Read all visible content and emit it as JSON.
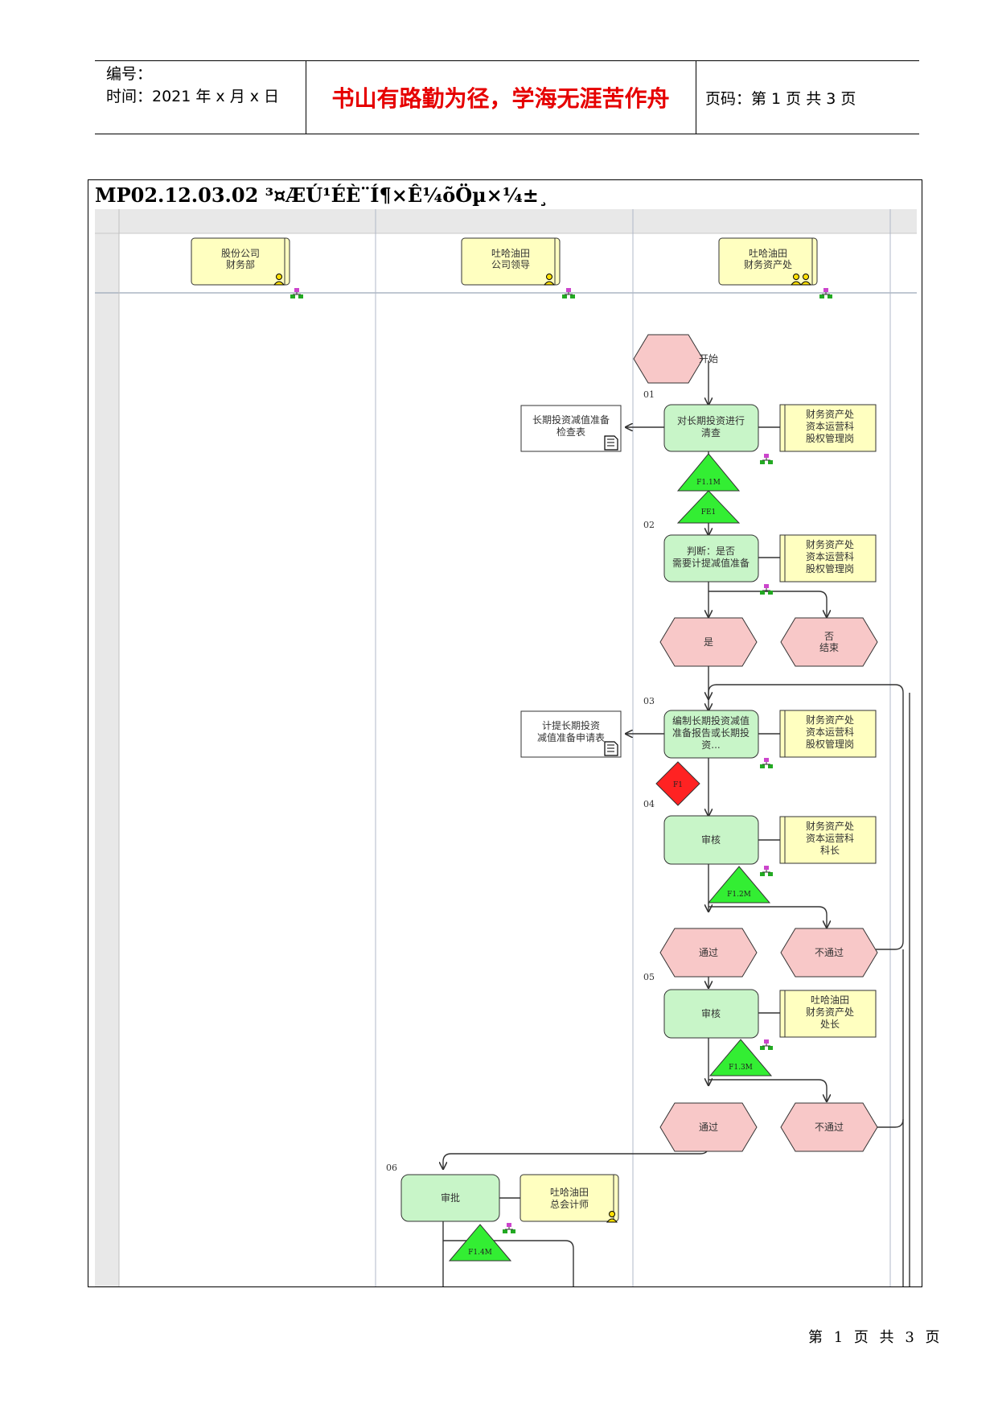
{
  "header": {
    "number_label": "编号：",
    "time_label": "时间：2021 年 x 月 x 日",
    "motto": "书山有路勤为径，学海无涯苦作舟",
    "page_label": "页码：第 1 页  共 3 页"
  },
  "diagram": {
    "title": "MP02.12.03.02 ³¤ÆÚ¹ÉÈ¨Í¶×Ê¼õÖµ×¼±¸",
    "lanes": [
      {
        "label": "股份公司\n财务部"
      },
      {
        "label": "吐哈油田\n公司领导"
      },
      {
        "label": "吐哈油田\n财务资产处"
      }
    ],
    "events": {
      "start": "开始",
      "yes": "是",
      "no_end": "否\n结束",
      "pass1": "通过",
      "fail1": "不通过",
      "pass2": "通过",
      "fail2": "不通过"
    },
    "steps": [
      {
        "num": "01",
        "label": "对长期投资进行\n清查",
        "role": "财务资产处\n资本运营科\n股权管理岗"
      },
      {
        "num": "02",
        "label": "判断：是否\n需要计提减值准备",
        "role": "财务资产处\n资本运营科\n股权管理岗"
      },
      {
        "num": "03",
        "label": "编制长期投资减值\n准备报告或长期投\n资...",
        "role": "财务资产处\n资本运营科\n股权管理岗"
      },
      {
        "num": "04",
        "label": "审核",
        "role": "财务资产处\n资本运营科\n科长"
      },
      {
        "num": "05",
        "label": "审核",
        "role": "吐哈油田\n财务资产处\n处长"
      },
      {
        "num": "06",
        "label": "审批",
        "role": "吐哈油田\n总会计师"
      }
    ],
    "documents": [
      {
        "label": "长期投资减值准备\n检查表"
      },
      {
        "label": "计提长期投资\n减值准备申请表"
      }
    ],
    "risks": [
      "F1.1M",
      "FE1",
      "F1",
      "F1.2M",
      "F1.3M",
      "F1.4M"
    ]
  },
  "footer": {
    "page_text": "第 1 页 共 3 页"
  },
  "colors": {
    "motto": "#e60000",
    "event_fill": "#f8c8c8",
    "function_fill": "#c8f5c8",
    "role_fill": "#ffffc0",
    "risk_green": "#33ee33",
    "risk_red": "#ff2222",
    "lane_gray": "#e8e8e8"
  }
}
